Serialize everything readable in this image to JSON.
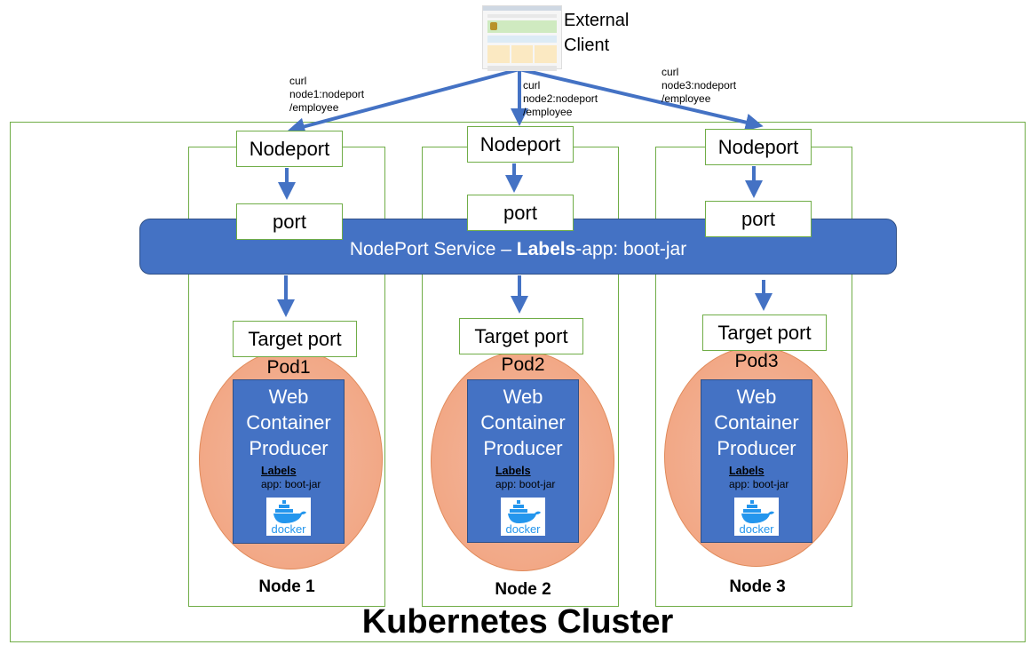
{
  "client": {
    "label_line1": "External",
    "label_line2": "Client",
    "icon": "browser-window-icon"
  },
  "requests": [
    {
      "line1": "curl",
      "line2": "node1:nodeport",
      "line3": "/employee"
    },
    {
      "line1": "curl",
      "line2": "node2:nodeport",
      "line3": "/employee"
    },
    {
      "line1": "curl",
      "line2": "node3:nodeport",
      "line3": "/employee"
    }
  ],
  "service": {
    "prefix": "NodePort Service – ",
    "bold": "Labels",
    "suffix": "-app: boot-jar"
  },
  "nodes": [
    {
      "nodeport": "Nodeport",
      "port": "port",
      "target_port": "Target port",
      "pod": "Pod1",
      "container": [
        "Web",
        "Container",
        "Producer"
      ],
      "labels_head": "Labels",
      "labels_value": "app: boot-jar",
      "docker_text": "docker",
      "name": "Node 1"
    },
    {
      "nodeport": "Nodeport",
      "port": "port",
      "target_port": "Target port",
      "pod": "Pod2",
      "container": [
        "Web",
        "Container",
        "Producer"
      ],
      "labels_head": "Labels",
      "labels_value": "app: boot-jar",
      "docker_text": "docker",
      "name": "Node 2"
    },
    {
      "nodeport": "Nodeport",
      "port": "port",
      "target_port": "Target port",
      "pod": "Pod3",
      "container": [
        "Web",
        "Container",
        "Producer"
      ],
      "labels_head": "Labels",
      "labels_value": "app: boot-jar",
      "docker_text": "docker",
      "name": "Node 3"
    }
  ],
  "cluster": {
    "title": "Kubernetes Cluster"
  },
  "colors": {
    "accent_blue": "#4472c4",
    "border_green": "#70ad47",
    "pod_fill": "#f4b183",
    "docker_blue": "#2496ed"
  }
}
